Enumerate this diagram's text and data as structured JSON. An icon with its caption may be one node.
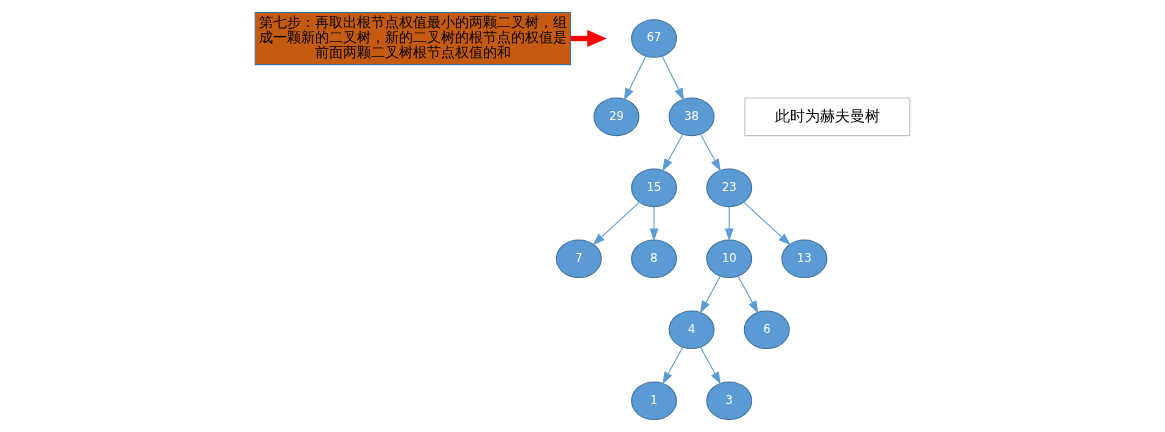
{
  "diagram": {
    "nodes": [
      {
        "text": [
          "第七步：再取出根节点权值最小的两颗二叉树，组成一颗新的二叉树，新的二叉树的根节点的权值是前面两颗二叉树根节点权值的和"
        ]
      },
      {
        "text": [
          "67"
        ]
      },
      {
        "text": [
          "29"
        ]
      },
      {
        "text": [
          "38"
        ]
      },
      {
        "text": [
          "15"
        ]
      },
      {
        "text": [
          "23"
        ]
      },
      {
        "text": [
          "7"
        ]
      },
      {
        "text": [
          "8"
        ]
      },
      {
        "text": [
          "10"
        ]
      },
      {
        "text": [
          "13"
        ]
      },
      {
        "text": [
          "4"
        ]
      },
      {
        "text": [
          "6"
        ]
      },
      {
        "text": [
          "1"
        ]
      },
      {
        "text": [
          "3"
        ]
      },
      {
        "text": [
          "此时为赫夫曼树"
        ]
      }
    ],
    "edges": [
      {
        "from": 0,
        "to": null,
        "arrow": "to",
        "style": "thick",
        "color": "#ff0000"
      },
      {
        "from": 1,
        "to": 2,
        "arrow": "to"
      },
      {
        "from": 1,
        "to": 3,
        "arrow": "to"
      },
      {
        "from": 3,
        "to": 4,
        "arrow": "to"
      },
      {
        "from": 3,
        "to": 5,
        "arrow": "to"
      },
      {
        "from": 4,
        "to": 6,
        "arrow": "to"
      },
      {
        "from": 4,
        "to": 7,
        "arrow": "to"
      },
      {
        "from": 5,
        "to": 8,
        "arrow": "to"
      },
      {
        "from": 5,
        "to": 9,
        "arrow": "to"
      },
      {
        "from": 8,
        "to": 10,
        "arrow": "to"
      },
      {
        "from": 8,
        "to": 11,
        "arrow": "to"
      },
      {
        "from": 10,
        "to": 12,
        "arrow": "to"
      },
      {
        "from": 10,
        "to": 13,
        "arrow": "to"
      }
    ]
  }
}
